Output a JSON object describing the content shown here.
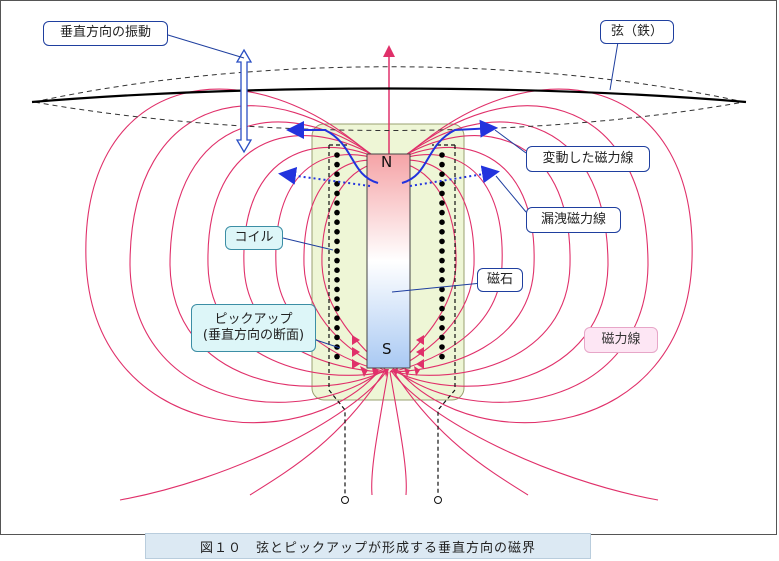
{
  "labels": {
    "vertical_vibration": "垂直方向の振動",
    "string_iron": "弦（鉄）",
    "varied_flux": "変動した磁力線",
    "leaked_flux": "漏洩磁力線",
    "coil": "コイル",
    "magnet": "磁石",
    "pickup_line1": "ピックアップ",
    "pickup_line2": "(垂直方向の断面)",
    "magnetic_flux": "磁力線",
    "north": "N",
    "south": "S"
  },
  "caption": "図１０　弦とピックアップが形成する垂直方向の磁界",
  "colors": {
    "field_line": "#e0306a",
    "arrow_blue": "#2233dd",
    "callout_border": "#1f3f9f",
    "coil_dot": "#000000",
    "pickup_fill": "#eef6d6",
    "magnet_top": "#f5a3a6",
    "magnet_bottom": "#a9c9f3"
  }
}
